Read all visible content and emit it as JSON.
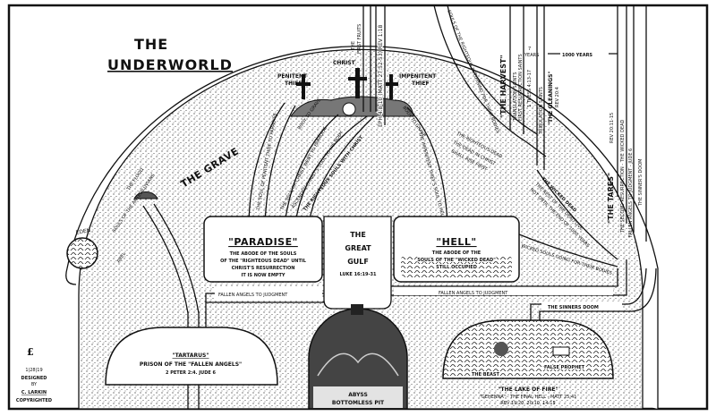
{
  "title": {
    "line1": "THE",
    "line2": "UNDERWORLD"
  },
  "grave": {
    "label": "THE GRAVE"
  },
  "eden": {
    "label": "EDEN",
    "abel": "ABEL"
  },
  "flood": {
    "label": "THE FLOOD",
    "souls": "SOULS OF THE ANTEDILUVIANS"
  },
  "crosses": {
    "penitent": {
      "line1": "PENITENT",
      "line2": "THIEF"
    },
    "christ": "CHRIST",
    "impenitent": {
      "line1": "IMPENITENT",
      "line2": "THIEF"
    }
  },
  "first_fruits": {
    "line1": "THE",
    "line2": "FIRST FRUITS"
  },
  "first_fruits_ref": "EPH 4:8-10 (MATT 27:52-53) REV 1:18",
  "paths": {
    "penitent_to_paradise": "THE SOUL OF PENITENT THIEF TO PARADISE",
    "body_to_grave_1": "BODY TO GRAVE",
    "body_to_grave_2": "BODY TO GRAVE",
    "christ_to_paradise": "THE SOUL OF CHRIST WENT TO PARADISE",
    "ascended": "ASCENDED CHRIST'S SOUL TO HIS BODY",
    "righteous_souls": "THE RIGHTEOUS SOULS WITH CHRIST",
    "impenitent_soul": "THE IMPENITENT THIEF'S SOUL TO HELL",
    "saints_returning": "SOULS OF THE RIGHTEOUS RETURNING FOR THEIR BODIES",
    "righteous_dead": "THE RIGHTEOUS DEAD",
    "dead_in_christ": "THE DEAD IN CHRIST",
    "rise_first": "SHALL RISE FIRST",
    "wicked_dead": "THE WICKED DEAD",
    "rest_of_dead": "THE REST OF THE DEAD LIVE",
    "not_until": "NOT UNTIL THE END OF 1000 YEARS",
    "wicked_souls": "WICKED SOULS GOING FOR THEIR BODIES",
    "fallen_angels_left": "FALLEN ANGELS TO JUDGMENT",
    "fallen_angels_right": "FALLEN ANGELS TO JUDGMENT",
    "sinners_doom": "THE SINNERS DOOM"
  },
  "harvest": {
    "title": "\"THE HARVEST\"",
    "line1": "TRANSLATION SAINTS",
    "line2": "FIRST RESURRECTION SAINTS",
    "ref": "1 THESS 4:13-17",
    "seven_years": "7",
    "years": "YEARS"
  },
  "gleanings": {
    "title": "\"THE GLEANINGS\"",
    "sub": "TRIBULATION SAINTS",
    "ref": "REV 20:4"
  },
  "millennium": "1000 YEARS",
  "tares": {
    "title": "\"THE TARES\"",
    "ref": "REV 20:11-15",
    "line1": "THE SECOND RESURRECTION - THE WICKED DEAD",
    "line2": "FALLEN ANGELS TO JUDGMENT - JUDE 6",
    "line3": "THE SINNER'S DOOM"
  },
  "paradise": {
    "title": "\"PARADISE\"",
    "line1": "THE ABODE OF THE SOULS",
    "line2": "OF THE \"RIGHTEOUS DEAD\" UNTIL",
    "line3": "CHRIST'S RESURRECTION",
    "line4": "IT IS NOW EMPTY"
  },
  "gulf": {
    "line1": "THE",
    "line2": "GREAT",
    "line3": "GULF",
    "ref": "LUKE 16:19-31"
  },
  "hell": {
    "title": "\"HELL\"",
    "line1": "THE ABODE OF THE",
    "line2": "SOULS OF THE \"WICKED DEAD\"",
    "line3": "STILL OCCUPIED"
  },
  "tartarus": {
    "title": "\"TARTARUS\"",
    "line1": "PRISON OF THE \"FALLEN ANGELS\"",
    "line2": "2 PETER 2:4. JUDE 6"
  },
  "abyss": {
    "line1": "ABYSS",
    "line2": "BOTTOMLESS PIT"
  },
  "lake": {
    "beast": "THE BEAST",
    "false_prophet": "FALSE PROPHET",
    "title": "\"THE LAKE OF FIRE\"",
    "line1": "\"GEHENNA\" - THE FINAL HELL - MATT 25:41",
    "line2": "REV 19:20, 20:10, 14-15"
  },
  "credit": {
    "date": "1|28|19",
    "line1": "DESIGNED",
    "line2": "BY",
    "line3": "C. LARKIN",
    "line4": "COPYRIGHTED"
  }
}
